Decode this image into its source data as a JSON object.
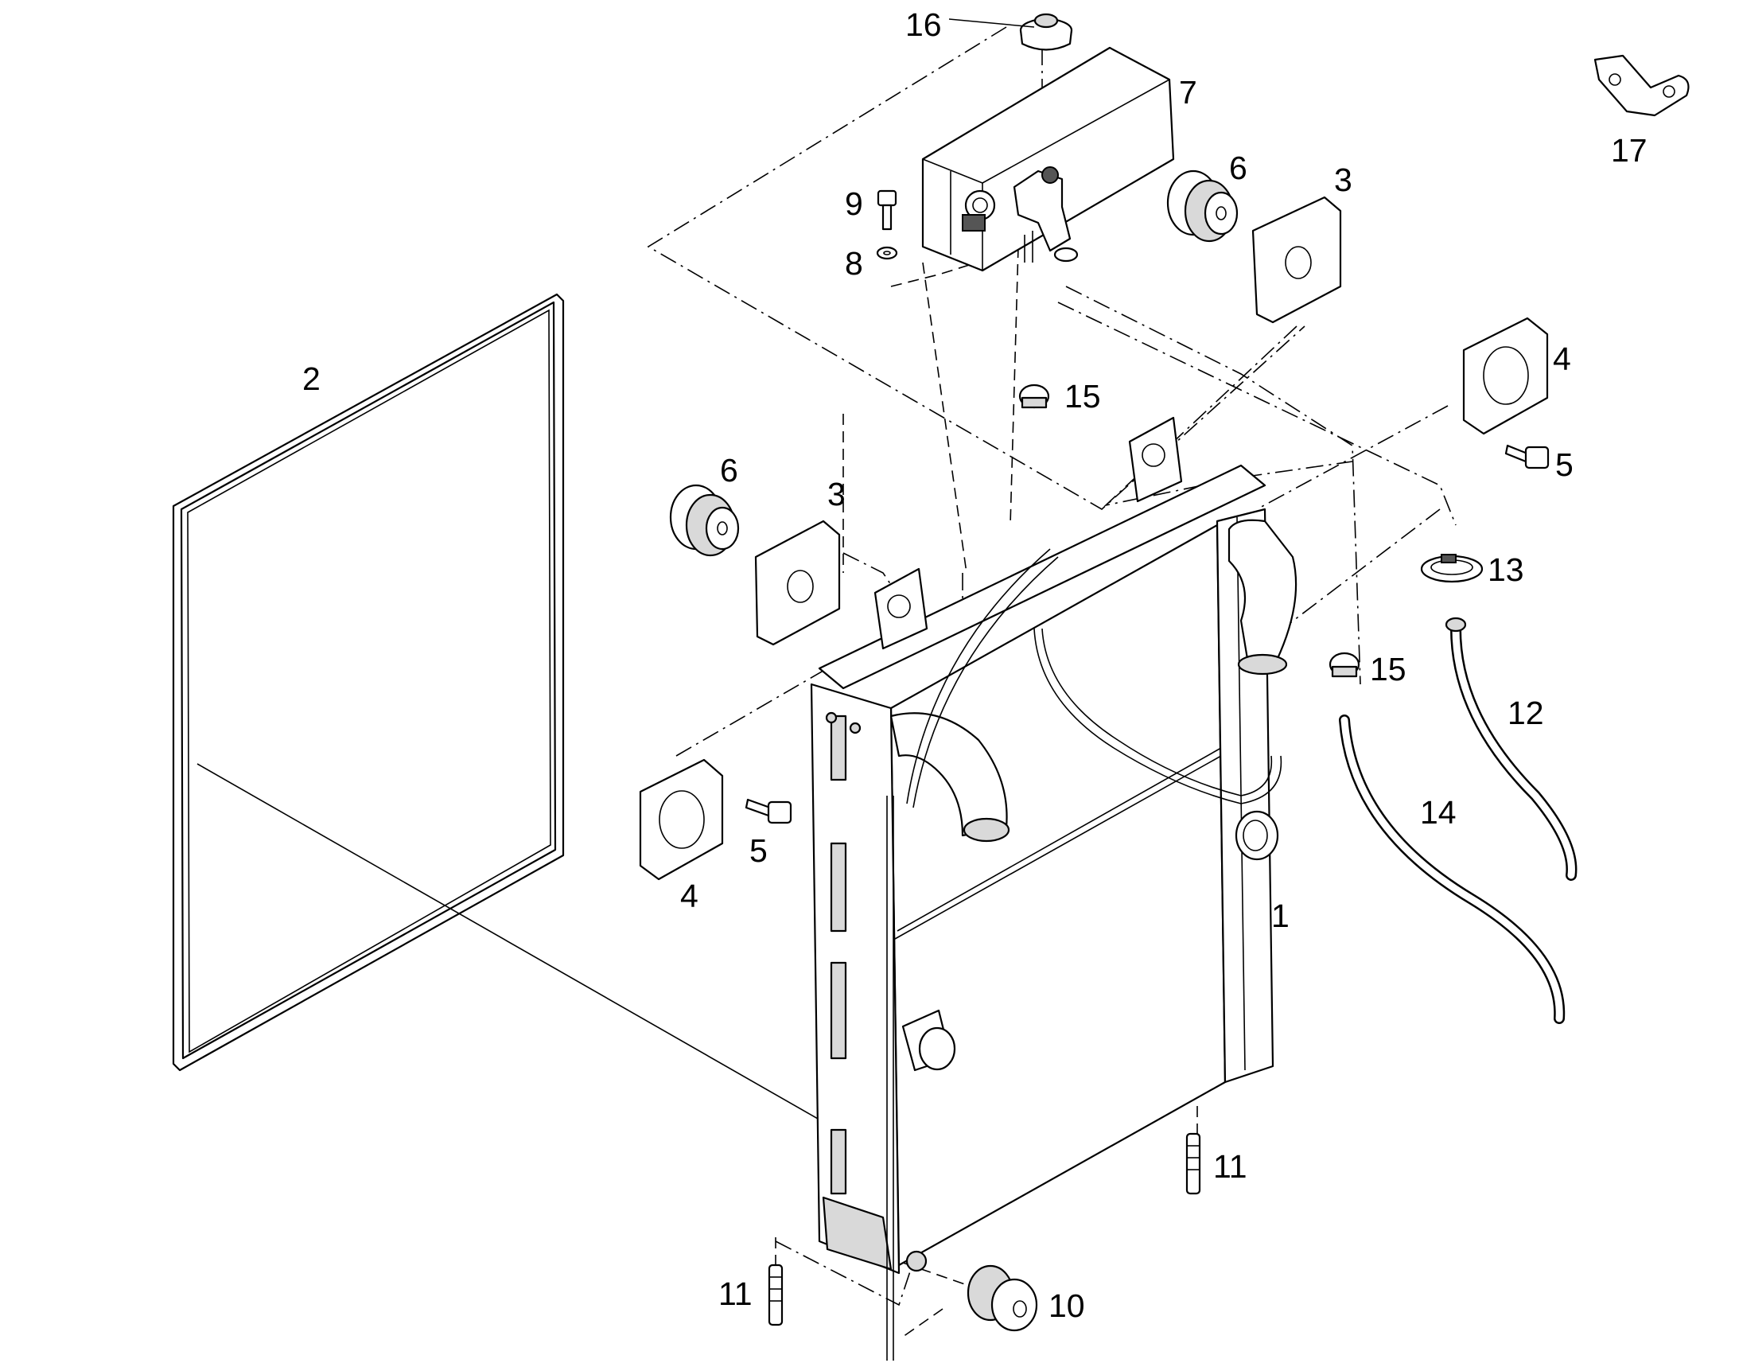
{
  "callouts": {
    "c1": "1",
    "c2": "2",
    "c3a": "3",
    "c3b": "3",
    "c4a": "4",
    "c4b": "4",
    "c5a": "5",
    "c5b": "5",
    "c6a": "6",
    "c6b": "6",
    "c7": "7",
    "c8": "8",
    "c9": "9",
    "c10": "10",
    "c11a": "11",
    "c11b": "11",
    "c12": "12",
    "c13": "13",
    "c14": "14",
    "c15a": "15",
    "c15b": "15",
    "c16": "16",
    "c17": "17"
  }
}
